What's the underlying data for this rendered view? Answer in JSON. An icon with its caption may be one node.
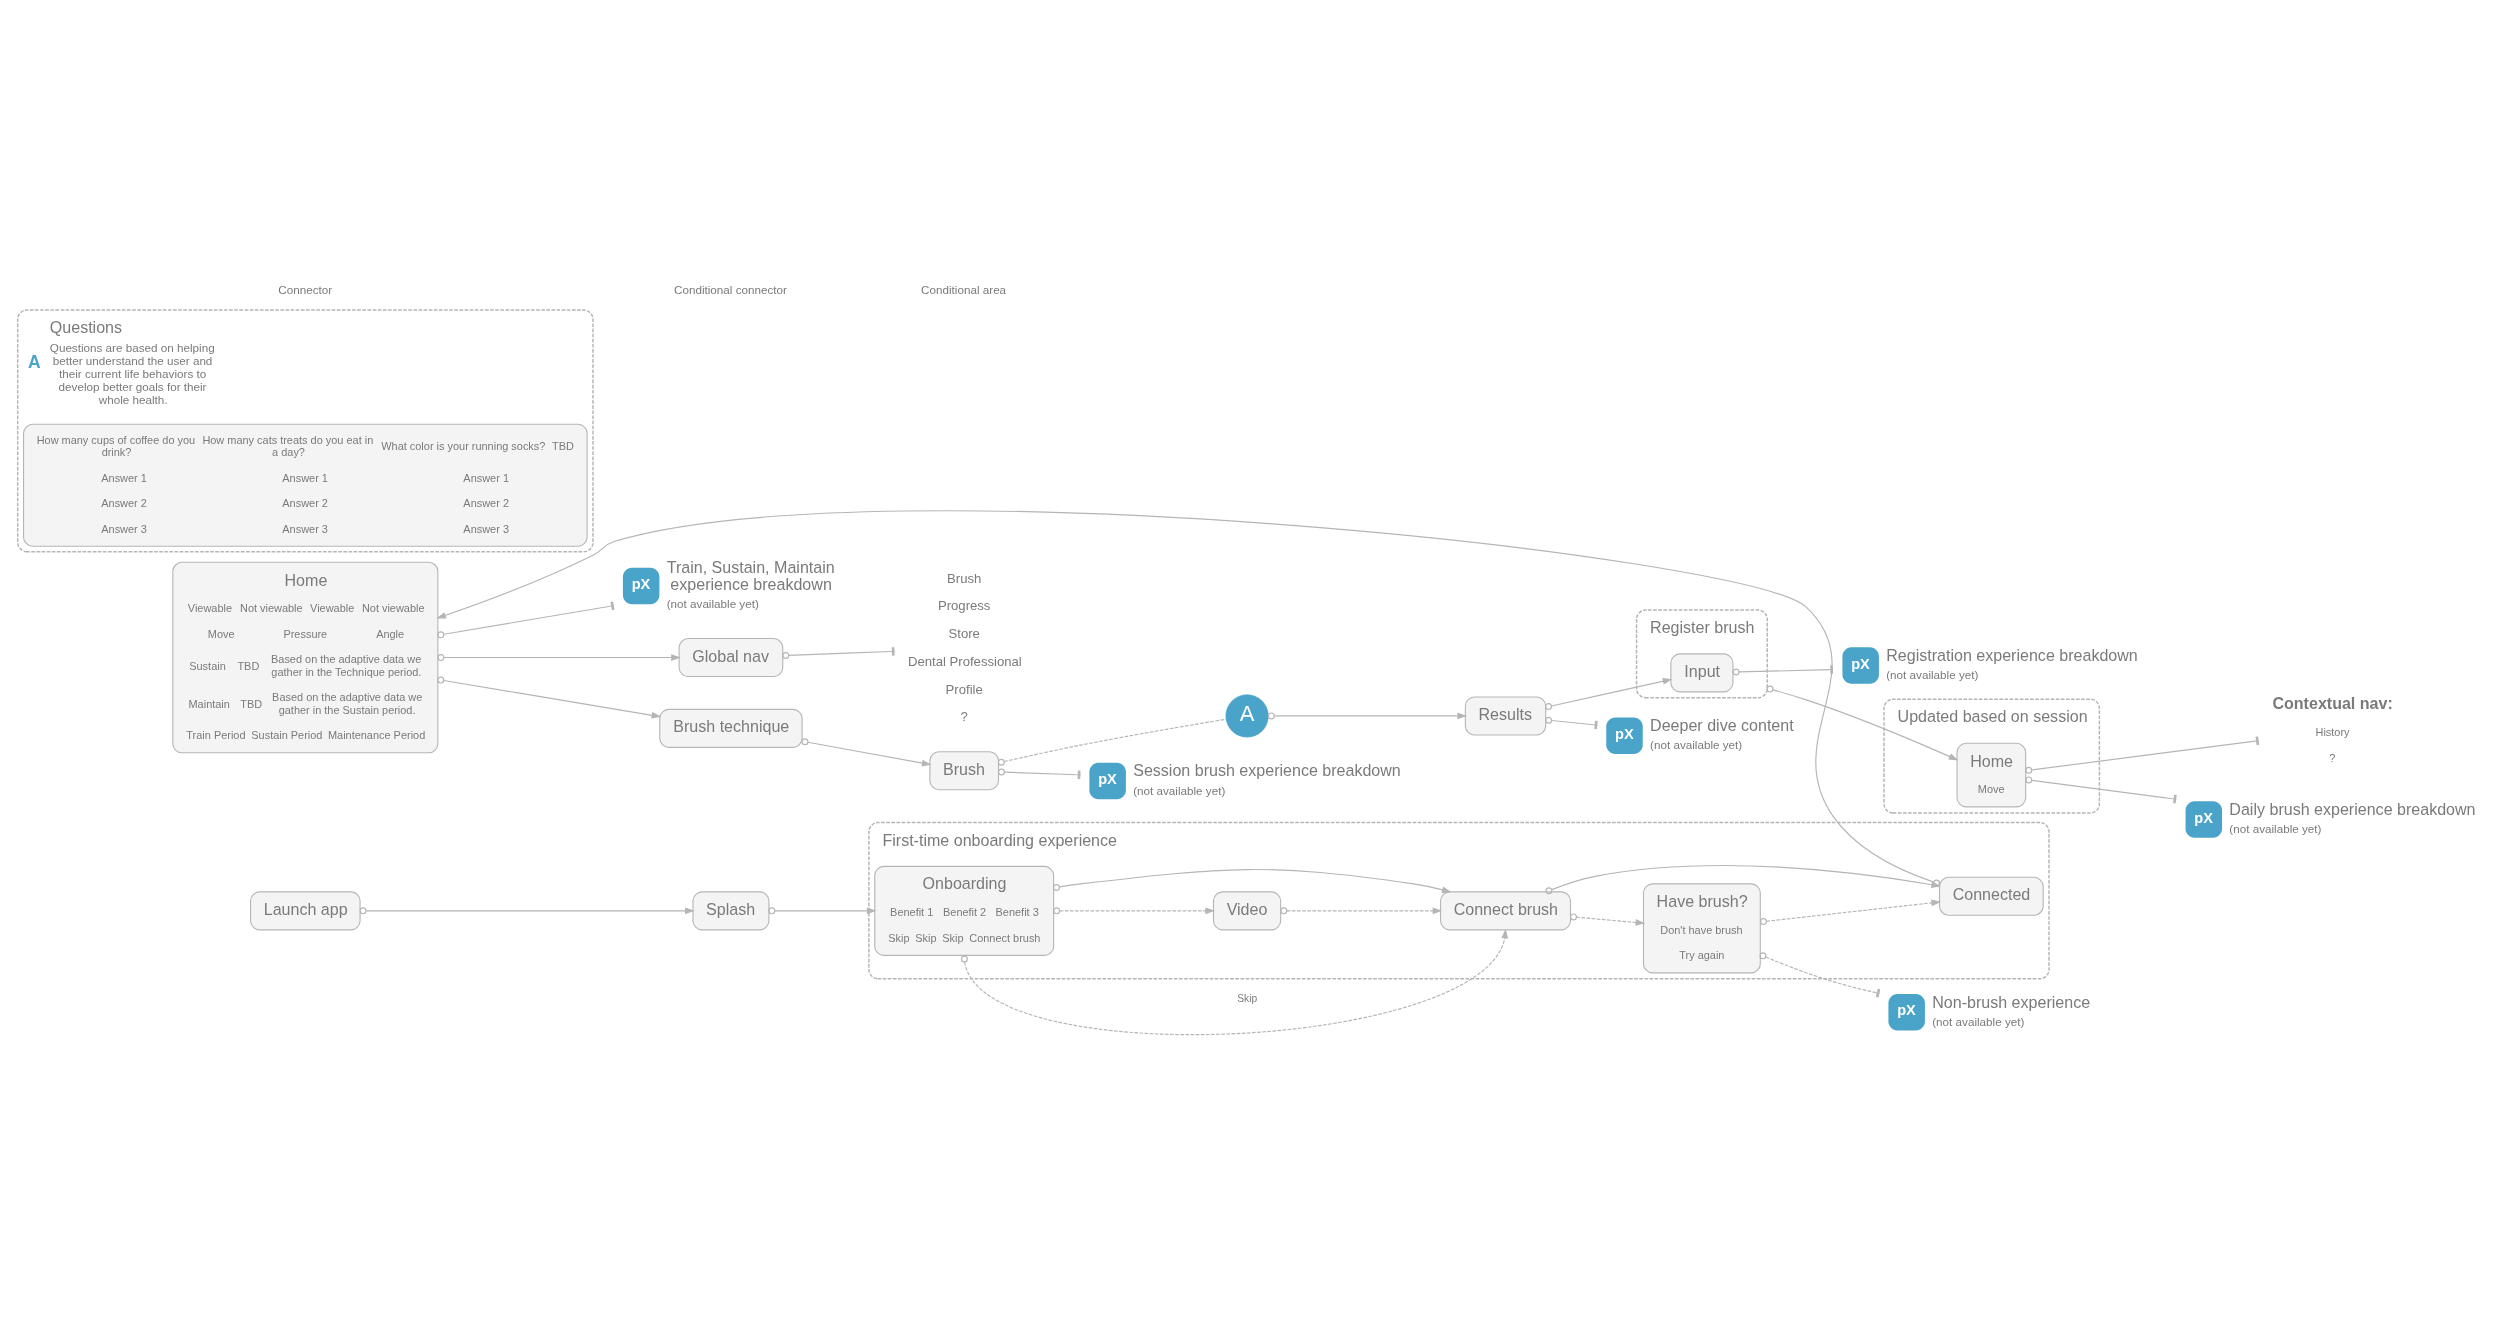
{
  "diagram": {
    "nodes": [
      {
        "text": [
          "First-time onboarding experience"
        ]
      },
      {
        "text": [
          "Launch app"
        ]
      },
      {
        "text": [
          "Splash"
        ]
      },
      {
        "text": [
          "Onboarding",
          "Benefit 1",
          "Benefit 2",
          "Benefit 3",
          "Skip",
          "Skip",
          "Skip",
          "Connect brush"
        ],
        "in": 0
      },
      {
        "text": [
          "Video"
        ],
        "in": 0
      },
      {
        "text": [
          "Connect brush"
        ],
        "in": 0
      },
      {
        "text": [
          "Have brush?",
          "Don't have brush",
          "Try again"
        ],
        "in": 0
      },
      {
        "text": [
          "Connected"
        ],
        "in": 0
      },
      {
        "text": [
          "pX",
          "Non-brush experience",
          "(not available yet)"
        ]
      },
      {
        "text": [
          "pX",
          "Train, Sustain, Maintain experience breakdown",
          "(not available yet)"
        ]
      },
      {
        "text": [
          "Global nav"
        ]
      },
      {
        "text": [
          "Home",
          "Viewable",
          "Not viewable",
          "Viewable",
          "Not viewable",
          "Move",
          "Pressure",
          "Angle",
          "Sustain",
          "TBD",
          "Based on the adaptive data we gather in the Technique period.",
          "Maintain",
          "TBD",
          "Based on the adaptive data we gather in the Sustain period.",
          "Train Period",
          "Sustain Period",
          "Maintenance Period"
        ]
      },
      {
        "text": [
          "Brush technique"
        ]
      },
      {
        "text": [
          "Brush"
        ]
      },
      {
        "text": [
          "A"
        ]
      },
      {
        "text": [
          "Results"
        ]
      },
      {
        "text": [
          "Register brush"
        ]
      },
      {
        "text": [
          "Input"
        ],
        "in": 16
      },
      {
        "text": [
          "pX",
          "Registration experience breakdown",
          "(not available yet)"
        ]
      },
      {
        "text": [
          "Updated based on session"
        ]
      },
      {
        "text": [
          "Home",
          "Move"
        ],
        "in": 19
      },
      {
        "text": [
          "Contextual nav:",
          "History",
          "?"
        ]
      },
      {
        "text": [
          "pX",
          "Daily brush experience breakdown",
          "(not available yet)"
        ]
      },
      {
        "text": [
          "pX",
          "Session brush experience breakdown",
          "(not available yet)"
        ]
      },
      {
        "text": [
          "pX",
          "Deeper dive content",
          "(not available yet)"
        ]
      },
      {
        "text": [
          "A",
          "Questions",
          "Questions are based on helping better understand the user and their current life behaviors to develop better goals for their whole health."
        ]
      },
      {
        "text": [
          "How many cups of coffee do you drink?",
          "How many cats treats do you eat in a day?",
          "What color is your running socks?",
          "TBD",
          "Answer 1",
          "Answer 1",
          "Answer 1",
          "Answer 2",
          "Answer 2",
          "Answer 2",
          "Answer 3",
          "Answer 3",
          "Answer 3"
        ],
        "in": 25
      },
      {
        "text": [
          "Brush",
          "Progress",
          "Store",
          "Dental Professional",
          "Profile",
          "?"
        ]
      }
    ],
    "edges": [
      {
        "from": 1,
        "to": 2,
        "arrow": "to"
      },
      {
        "from": 2,
        "to": 3,
        "arrow": "to"
      },
      {
        "from": 3,
        "to": 4,
        "arrow": "to",
        "style": "dashed"
      },
      {
        "from": 4,
        "to": 5,
        "arrow": "to",
        "style": "dashed"
      },
      {
        "from": 3,
        "to": 5,
        "arrow": "to"
      },
      {
        "from": 3,
        "to": 5,
        "arrow": "to",
        "style": "dashed",
        "label": "Skip"
      },
      {
        "from": 5,
        "to": 6,
        "arrow": "to",
        "style": "dashed"
      },
      {
        "from": 5,
        "to": 7,
        "arrow": "to"
      },
      {
        "from": 6,
        "to": 8,
        "arrow": "other",
        "style": "dashed"
      },
      {
        "from": 6,
        "to": 7,
        "arrow": "to",
        "style": "dashed"
      },
      {
        "from": 7,
        "to": 11,
        "arrow": "to"
      },
      {
        "from": 11,
        "to": 9,
        "arrow": "other"
      },
      {
        "from": 11,
        "to": 10,
        "arrow": "to"
      },
      {
        "from": 10,
        "to": 27,
        "arrow": "other"
      },
      {
        "from": 11,
        "to": 12,
        "arrow": "to"
      },
      {
        "from": 12,
        "to": 13,
        "arrow": "to"
      },
      {
        "from": 13,
        "to": 14,
        "arrow": "other",
        "style": "dashed"
      },
      {
        "from": 14,
        "to": 15,
        "arrow": "to"
      },
      {
        "from": 15,
        "to": 17,
        "arrow": "to"
      },
      {
        "from": 17,
        "to": 18,
        "arrow": "other"
      },
      {
        "from": 16,
        "to": 20,
        "arrow": "to"
      },
      {
        "from": 20,
        "to": 21,
        "arrow": "other"
      },
      {
        "from": 20,
        "to": 22,
        "arrow": "other"
      },
      {
        "from": 13,
        "to": 23,
        "arrow": "other"
      },
      {
        "from": 15,
        "to": 24,
        "arrow": "other"
      }
    ],
    "legend": [
      {
        "text": "Connector"
      },
      {
        "text": "Conditional connector"
      },
      {
        "text": "Conditional area"
      }
    ]
  }
}
